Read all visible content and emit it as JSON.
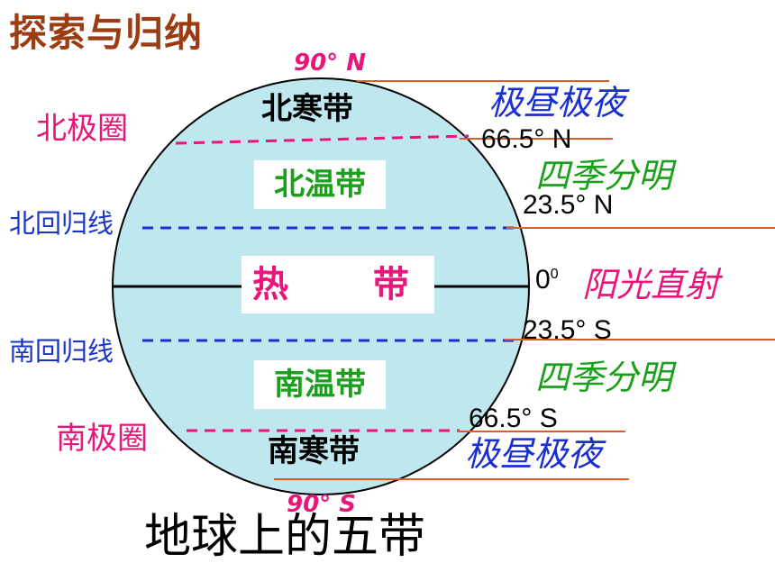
{
  "title": "探索与归纳",
  "caption": "地球上的五带",
  "poles": {
    "north": "90° N",
    "south": "90° S"
  },
  "circles": {
    "arctic": "北极圈",
    "antarctic": "南极圈"
  },
  "tropics": {
    "cancer": "北回归线",
    "capricorn": "南回归线"
  },
  "zones": {
    "north_frigid": "北寒带",
    "north_temperate": "北温带",
    "tropical": "热  带",
    "south_temperate": "南温带",
    "south_frigid": "南寒带"
  },
  "latitudes": {
    "arctic": "66.5° N",
    "cancer": "23.5° N",
    "equator_base": "0",
    "equator_sup": "0",
    "capricorn": "23.5° S",
    "antarctic": "66.5° S"
  },
  "descriptions": {
    "polar_day_north": "极昼极夜",
    "seasons_north": "四季分明",
    "direct_sun": "阳光直射",
    "seasons_south": "四季分明",
    "polar_day_south": "极昼极夜"
  },
  "colors": {
    "globe": "#bfe7ee",
    "arctic_line": "#e8157a",
    "tropic_line": "#1a2fd0",
    "latitude_rule": "#e05a2a",
    "title": "#9b3c12"
  }
}
